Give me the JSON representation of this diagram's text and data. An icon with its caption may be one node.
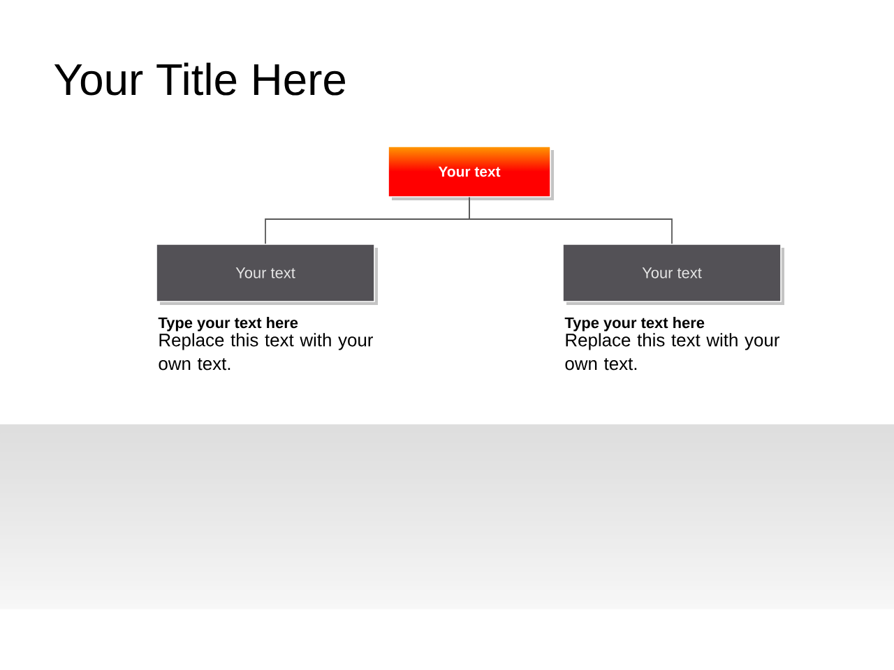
{
  "diagram": {
    "title": "Your Title Here",
    "nodes": [
      {
        "text": [
          "Your text"
        ]
      },
      {
        "text": [
          "Your text"
        ],
        "beside": [
          "Type your text here",
          "Replace this text with your own text."
        ]
      },
      {
        "text": [
          "Your text"
        ],
        "beside": [
          "Type your text here",
          "Replace this text with your own text."
        ]
      }
    ],
    "edges": [
      {
        "from": 0,
        "to": 1,
        "arrow": "none"
      },
      {
        "from": 0,
        "to": 2,
        "arrow": "none"
      }
    ]
  }
}
